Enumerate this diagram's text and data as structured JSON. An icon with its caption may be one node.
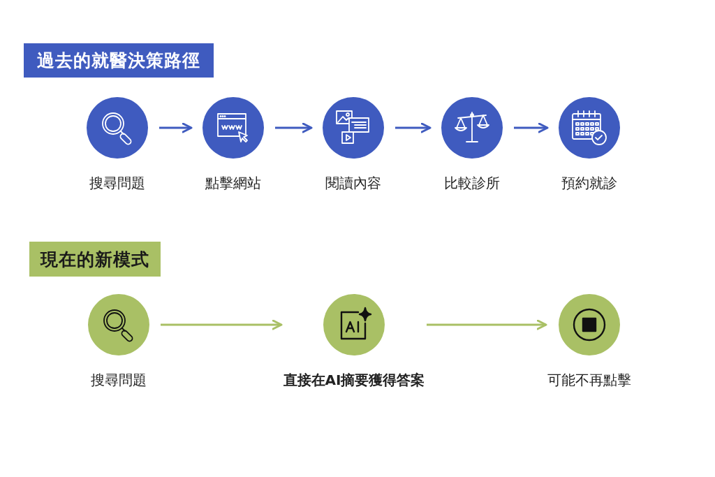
{
  "diagram": {
    "nodes": [
      {
        "text": [
          "過去的就醫決策路徑"
        ]
      },
      {
        "text": [
          "搜尋問題"
        ]
      },
      {
        "text": [
          "點擊網站"
        ]
      },
      {
        "text": [
          "閱讀內容"
        ]
      },
      {
        "text": [
          "比較診所"
        ]
      },
      {
        "text": [
          "預約就診"
        ]
      },
      {
        "text": [
          "現在的新模式"
        ]
      },
      {
        "text": [
          "搜尋問題"
        ]
      },
      {
        "text": [
          "直接在AI摘要獲得答案"
        ]
      },
      {
        "text": [
          "可能不再點擊"
        ]
      }
    ],
    "edges": [
      {
        "from": 1,
        "to": 2,
        "arrow": "to"
      },
      {
        "from": 2,
        "to": 3,
        "arrow": "to"
      },
      {
        "from": 3,
        "to": 4,
        "arrow": "to"
      },
      {
        "from": 4,
        "to": 5,
        "arrow": "to"
      },
      {
        "from": 7,
        "to": 8,
        "arrow": "to",
        "color": "#a9c065"
      },
      {
        "from": 8,
        "to": 9,
        "arrow": "to",
        "color": "#a9c065"
      }
    ]
  }
}
